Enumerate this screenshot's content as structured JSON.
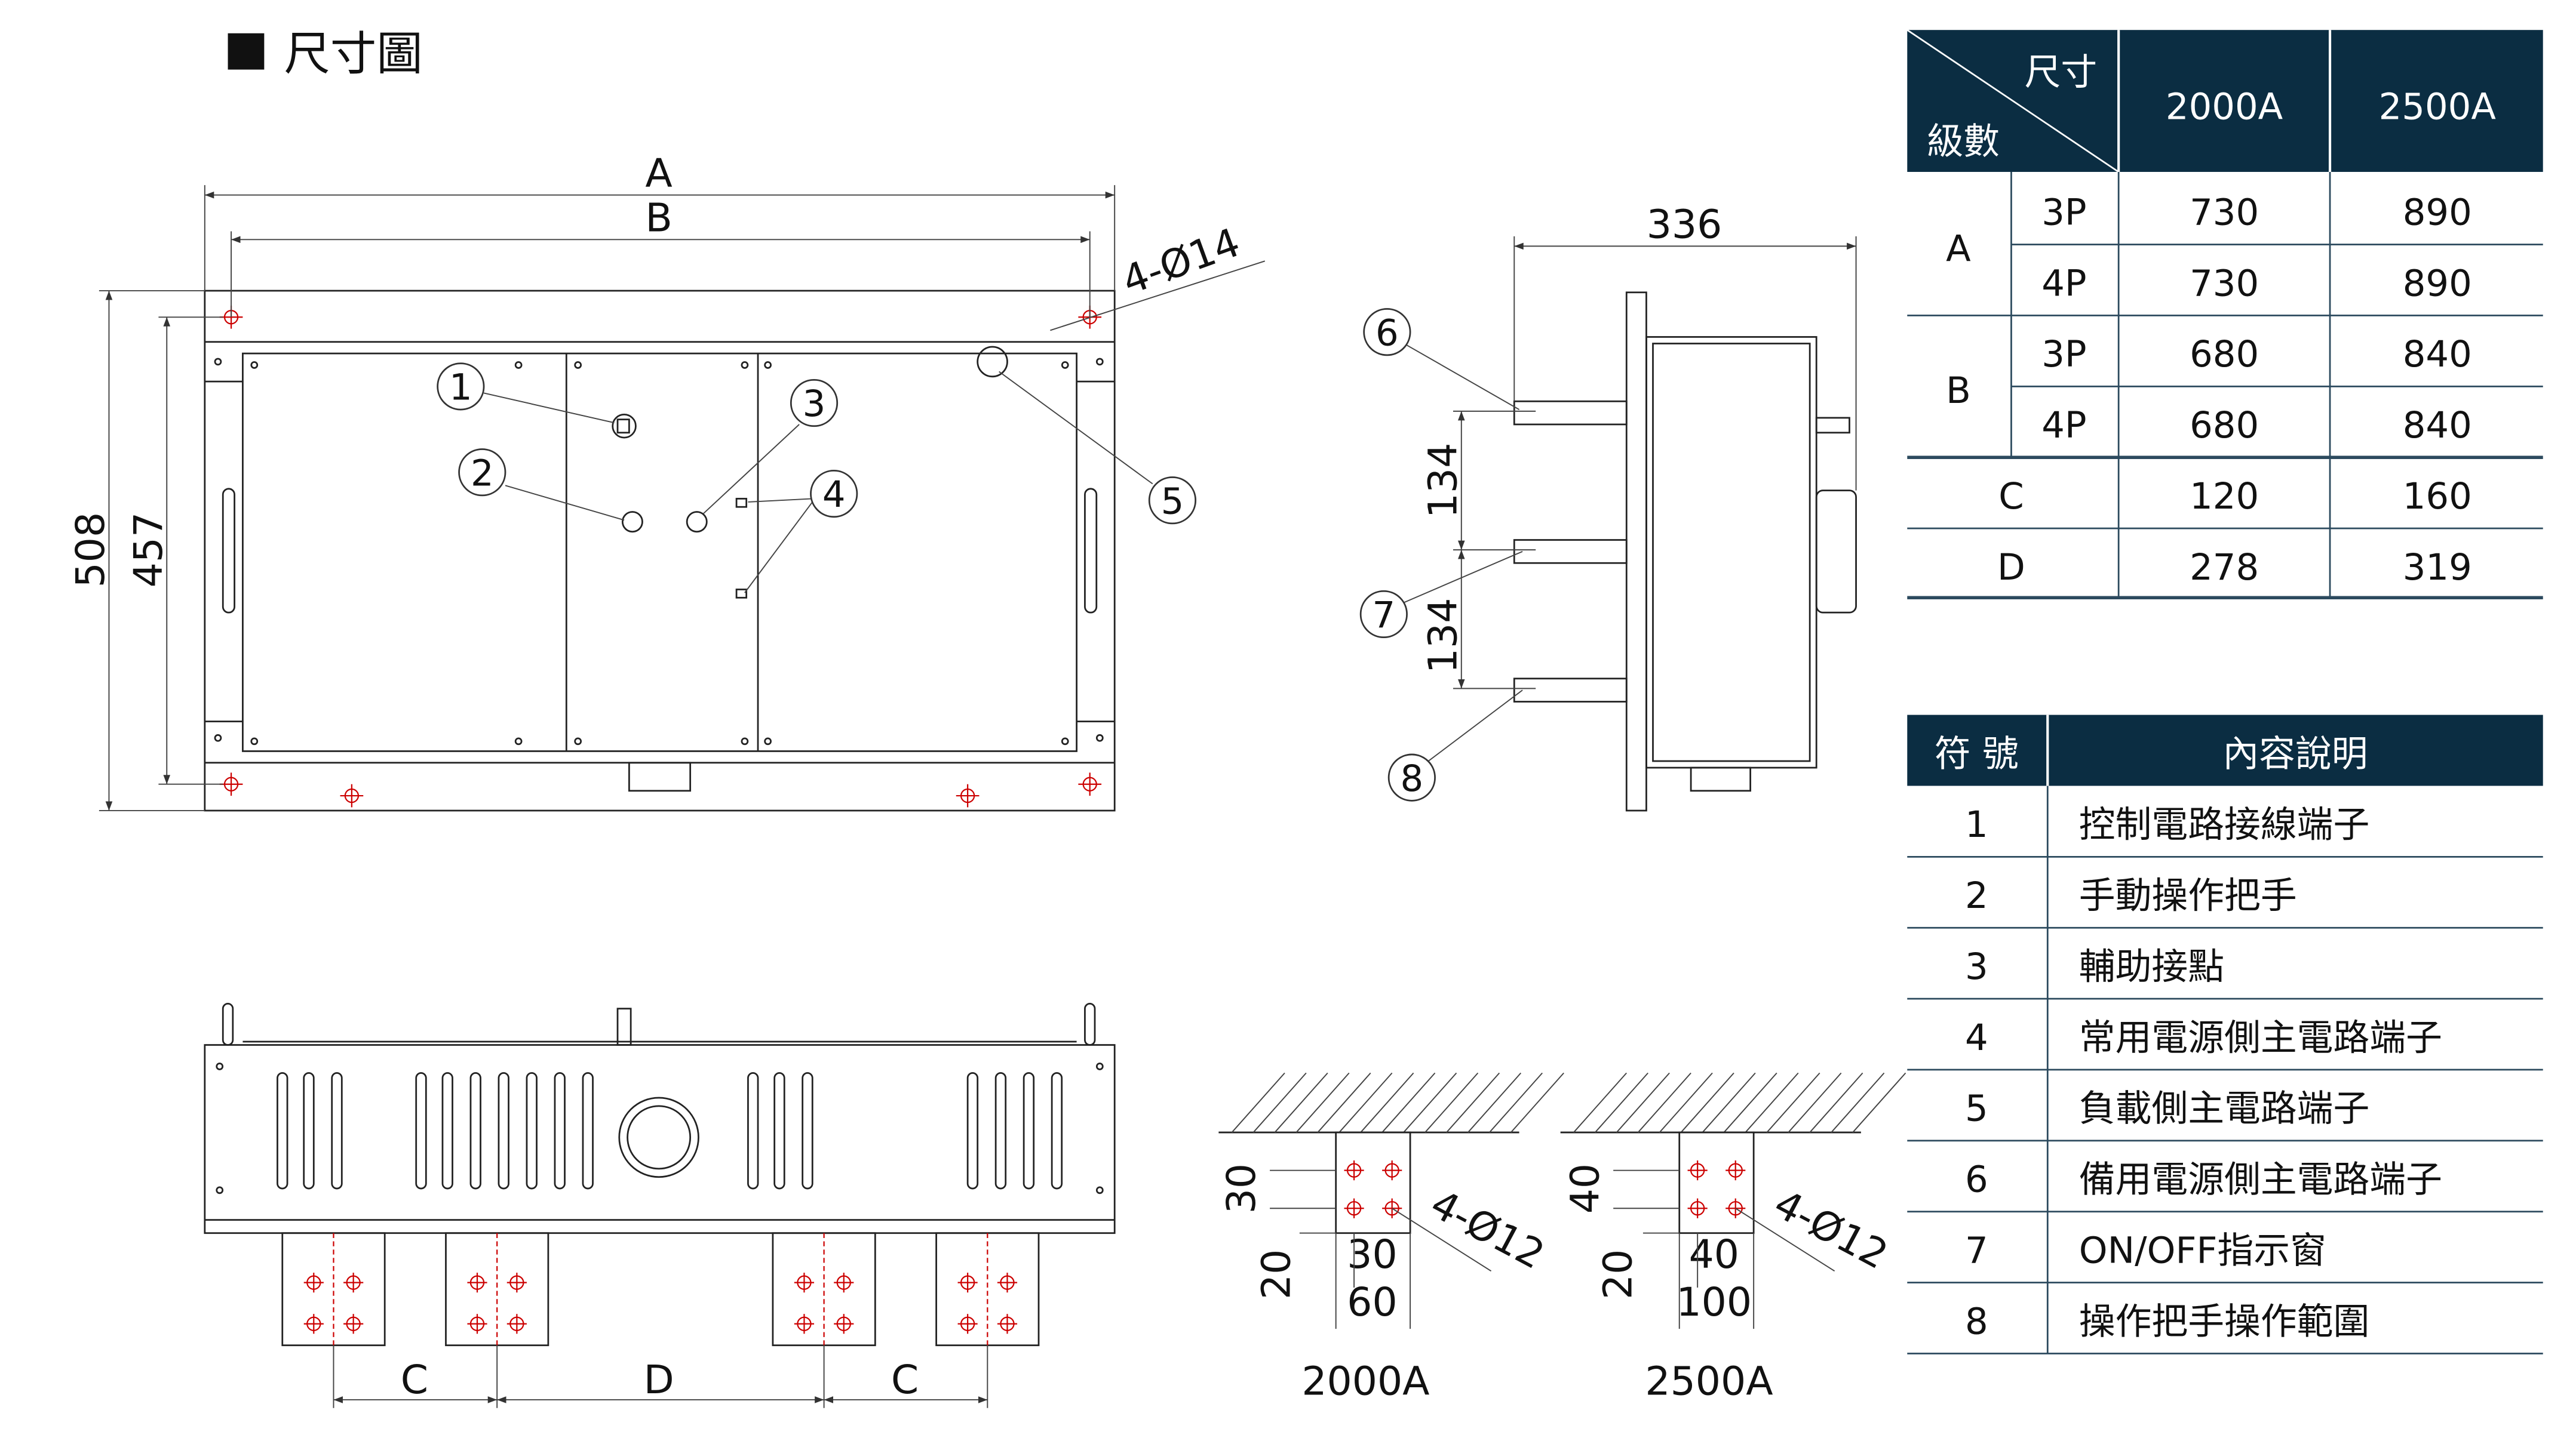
{
  "title": "尺寸圖",
  "front_view": {
    "dim_a": "A",
    "dim_b": "B",
    "hole_note": "4-Ø14",
    "height_outer": "508",
    "height_inner": "457",
    "callouts": [
      "1",
      "2",
      "3",
      "4",
      "5"
    ]
  },
  "side_view": {
    "depth": "336",
    "spacing_1": "134",
    "spacing_2": "134",
    "callouts": [
      "6",
      "7",
      "8"
    ]
  },
  "bottom_view": {
    "dim_c_left": "C",
    "dim_d": "D",
    "dim_c_right": "C"
  },
  "terminal_2000": {
    "v1": "30",
    "v2": "20",
    "h1": "30",
    "h2": "60",
    "holes": "4-Ø12",
    "label": "2000A"
  },
  "terminal_2500": {
    "v1": "40",
    "v2": "20",
    "h1": "40",
    "h2": "100",
    "holes": "4-Ø12",
    "label": "2500A"
  },
  "dimension_table": {
    "header_corner_top": "尺寸",
    "header_corner_bottom": "級數",
    "columns": [
      "2000A",
      "2500A"
    ],
    "rows": [
      {
        "group": "A",
        "poles": "3P",
        "values": [
          "730",
          "890"
        ]
      },
      {
        "group": "",
        "poles": "4P",
        "values": [
          "730",
          "890"
        ]
      },
      {
        "group": "B",
        "poles": "3P",
        "values": [
          "680",
          "840"
        ]
      },
      {
        "group": "",
        "poles": "4P",
        "values": [
          "680",
          "840"
        ]
      },
      {
        "group": "C",
        "poles": "",
        "values": [
          "120",
          "160"
        ]
      },
      {
        "group": "D",
        "poles": "",
        "values": [
          "278",
          "319"
        ]
      }
    ]
  },
  "legend_table": {
    "headers": [
      "符 號",
      "內容說明"
    ],
    "rows": [
      {
        "no": "1",
        "desc": "控制電路接線端子"
      },
      {
        "no": "2",
        "desc": "手動操作把手"
      },
      {
        "no": "3",
        "desc": "輔助接點"
      },
      {
        "no": "4",
        "desc": "常用電源側主電路端子"
      },
      {
        "no": "5",
        "desc": "負載側主電路端子"
      },
      {
        "no": "6",
        "desc": "備用電源側主電路端子"
      },
      {
        "no": "7",
        "desc": "ON/OFF指示窗"
      },
      {
        "no": "8",
        "desc": "操作把手操作範圍"
      }
    ]
  },
  "colors": {
    "header": "#0b2d42",
    "marker": "#cc0000"
  }
}
